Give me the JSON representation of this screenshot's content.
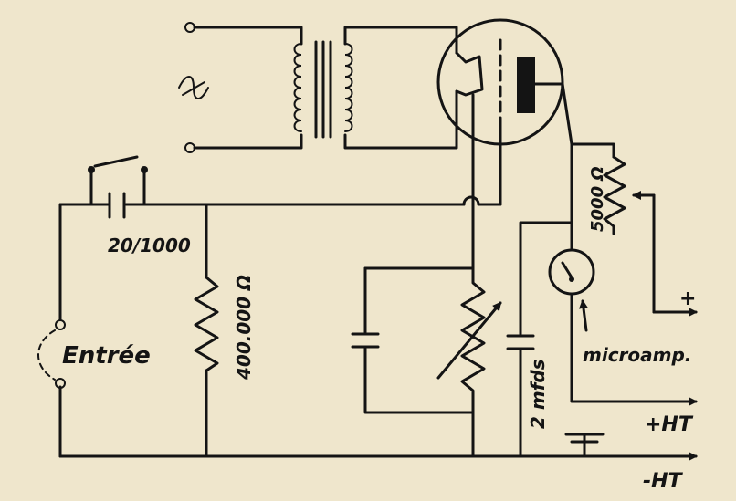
{
  "labels": {
    "cap_input": "20/1000",
    "input": "Entrée",
    "res_grid": "400.000 Ω",
    "res_adj": "5000 Ω",
    "cap_2": "2 mfds",
    "meter": "microamp.",
    "plus": "+",
    "plus_ht": "+HT",
    "minus_ht": "-HT"
  },
  "colors": {
    "ink": "#141414",
    "paper": "#efe6cc"
  },
  "icons": {
    "ac_source": "sine-wave-icon",
    "ground": "ground-icon",
    "meter": "microammeter-icon"
  }
}
